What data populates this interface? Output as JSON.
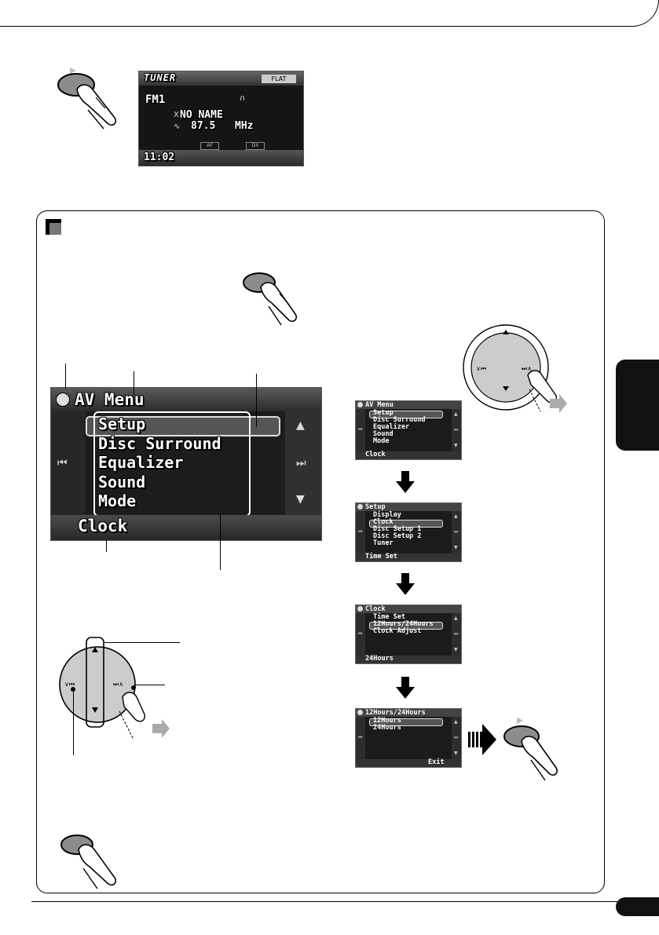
{
  "tuner_display": {
    "title": "TUNER",
    "flat_badge": "FLAT",
    "band": "FM1",
    "station_name": "NO NAME",
    "frequency": "87.5",
    "unit": "MHz",
    "af_label": "AF",
    "dx_label": "DX",
    "time": "11:02"
  },
  "av_menu": {
    "title": "AV Menu",
    "items": [
      "Setup",
      "Disc Surround",
      "Equalizer",
      "Sound",
      "Mode"
    ],
    "footer": "Clock"
  },
  "small_screens": [
    {
      "title": "AV Menu",
      "items": [
        "Setup",
        "Disc Surround",
        "Equalizer",
        "Sound",
        "Mode"
      ],
      "selected": 0,
      "footer": "Clock"
    },
    {
      "title": "Setup",
      "items": [
        "Display",
        "Clock",
        "Disc Setup 1",
        "Disc Setup 2",
        "Tuner"
      ],
      "selected": 1,
      "footer": "Time Set"
    },
    {
      "title": "Clock",
      "items": [
        "Time Set",
        "12Hours/24Hours",
        "Clock Adjust"
      ],
      "selected": 1,
      "footer": "24Hours"
    },
    {
      "title": "12Hours/24Hours",
      "items": [
        "12Hours",
        "24Hours"
      ],
      "selected": 0,
      "footer": "",
      "exit": "Exit"
    }
  ],
  "icons": {
    "menu_source": "disc-icon",
    "prev": "skip-back-icon",
    "next": "skip-forward-icon",
    "up": "triangle-up-icon",
    "down": "triangle-down-icon",
    "hand": "pointing-hand-icon",
    "flow": "arrow-down-icon"
  },
  "colors": {
    "button_gray": "#888888",
    "lcd_bg": "#1a1a1a",
    "tab_black": "#111111"
  }
}
